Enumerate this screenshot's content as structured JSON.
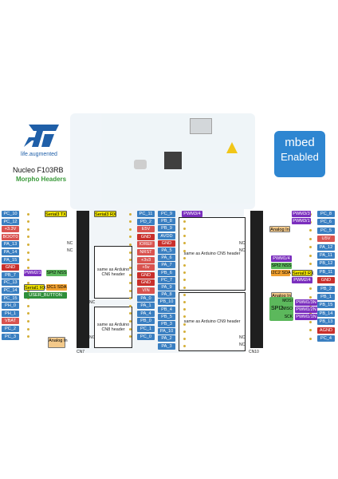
{
  "brand": {
    "tagline": "life.augmented",
    "board": "Nucleo F103RB",
    "subtitle": "Morpho Headers"
  },
  "mbed": {
    "line1": "mbed",
    "line2": "Enabled"
  },
  "colors": {
    "pin": "#3a7fc1",
    "power": "#d9534f",
    "serial": "#f3e600",
    "pwm": "#7b2fbe",
    "spi": "#5cb85c",
    "i2c": "#f0a030",
    "analog": "#f3c98a",
    "mbed": "#2e86d1"
  },
  "headers": {
    "cn7": "CN7",
    "cn10": "CN10",
    "cn6": "same as Arduino CN6 header",
    "cn8": "same as Arduino CN8 header",
    "cn5": "same as Arduino CN5 header",
    "cn9": "same as Arduino CN9 header"
  },
  "nc_labels": [
    "NC",
    "NC",
    "NC",
    "NC",
    "NC",
    "NC",
    "NC",
    "NC"
  ],
  "cn7_left": [
    "PC_10",
    "PC_12",
    "+3.3V",
    "BOOT0",
    "PA_13",
    "PA_14",
    "PA_15",
    "GND",
    "PB_7",
    "PC_13",
    "PC_14",
    "PC_15",
    "PH_0",
    "PH_1",
    "VBAT",
    "PC_2",
    "PC_3"
  ],
  "cn7_right": [
    "PC_11",
    "PD_2",
    "E5V",
    "GND",
    "IOREF",
    "NRST",
    "+3v3",
    "+5v",
    "GND",
    "GND",
    "VIN",
    "PA_0",
    "PA_1",
    "PA_4",
    "PB_0",
    "PC_1",
    "PC_0"
  ],
  "cn10_left": [
    "PC_9",
    "PB_8",
    "PB_9",
    "AVDD",
    "GND",
    "PA_5",
    "PA_6",
    "PA_7",
    "PB_6",
    "PC_7",
    "PA_9",
    "PA_8",
    "PB_10",
    "PB_4",
    "PB_5",
    "PB_3",
    "PA_10",
    "PA_2",
    "PA_3"
  ],
  "cn10_right": [
    "PC_8",
    "PC_6",
    "PC_5",
    "U5V",
    "PA_12",
    "PA_11",
    "PB_12",
    "PB_11",
    "GND",
    "PB_2",
    "PB_1",
    "PB_15",
    "PB_14",
    "PB_13",
    "AGND",
    "PC_4"
  ],
  "functions": {
    "serial3_tx": "Serial3 TX",
    "serial3_rx": "Serial3 RX",
    "pwm2_1": "PWM2/1",
    "spi2_nss_l": "SPI2 NSS",
    "serial1_rx": "Serial1 RX",
    "i2c1_sda_l": "I2C1 SDA",
    "user_button": "USER_BUTTON",
    "analog_in": "Analog In",
    "pwm3_4": "PWM3/4",
    "pwm3_3": "PWM3/3",
    "pwm3_1": "PWM3/1",
    "pwm1_4": "PWM1/4",
    "spi2_nss_r": "SPI2 NSS",
    "i2c2_sda": "I2C2 SDA",
    "serial3_rx_r": "Serial3 RX",
    "pwm2_4": "PWM2/4",
    "pwm1_3n": "PWM1/3N",
    "pwm1_2n": "PWM1/2N",
    "pwm1_1n": "PWM1/1N",
    "spi2": "SPI2",
    "mosi": "MOSI",
    "miso": "MISO",
    "sck": "SCK"
  }
}
